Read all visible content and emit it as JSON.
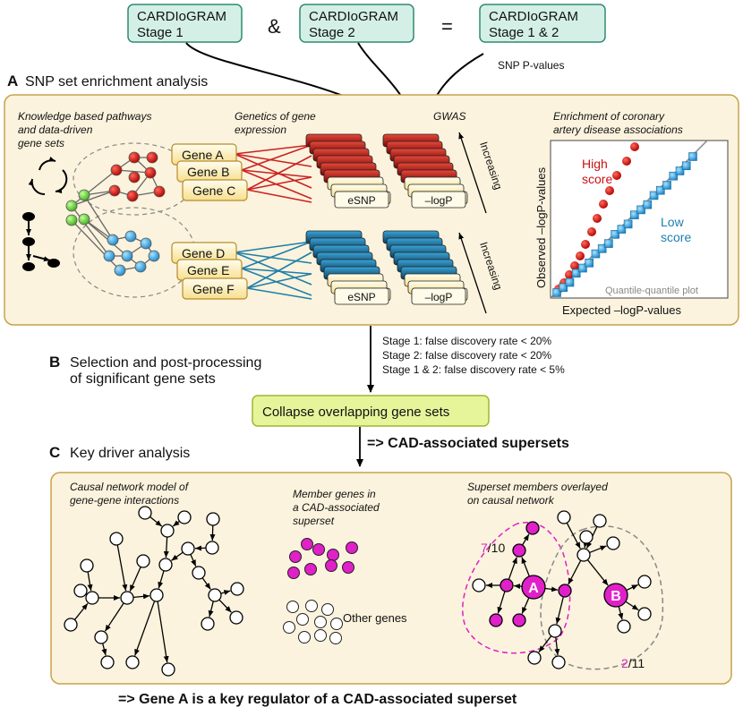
{
  "top": {
    "stage1": [
      "CARDIoGRAM",
      "Stage 1"
    ],
    "amp": "&",
    "stage2": [
      "CARDIoGRAM",
      "Stage 2"
    ],
    "eq": "=",
    "stage12": [
      "CARDIoGRAM",
      "Stage 1 & 2"
    ],
    "snp_pvalues": "SNP P-values"
  },
  "sectionA": {
    "letter": "A",
    "title": "SNP set enrichment analysis",
    "pathways_label": [
      "Knowledge based pathways",
      "and data-driven",
      "gene sets"
    ],
    "genetics_label": [
      "Genetics of gene",
      "expression"
    ],
    "gwas_label": "GWAS",
    "enrichment_label": [
      "Enrichment of coronary",
      "artery disease associations"
    ],
    "genes_top": [
      "Gene A",
      "Gene B",
      "Gene C"
    ],
    "genes_bottom": [
      "Gene D",
      "Gene E",
      "Gene F"
    ],
    "esnp": "eSNP",
    "logp": "–logP",
    "increasing": "Increasing",
    "qq": {
      "ylabel": "Observed –logP-values",
      "xlabel": "Expected –logP-values",
      "caption": "Quantile-quantile plot",
      "high_label": [
        "High",
        "score"
      ],
      "low_label": [
        "Low",
        "score"
      ]
    }
  },
  "fdr": [
    "Stage 1: false discovery rate < 20%",
    "Stage 2: false discovery rate < 20%",
    "Stage 1 & 2: false discovery rate < 5%"
  ],
  "sectionB": {
    "letter": "B",
    "title": [
      "Selection and post-processing",
      "of significant gene sets"
    ],
    "collapse": "Collapse overlapping gene sets",
    "superset": "=> CAD-associated supersets"
  },
  "sectionC": {
    "letter": "C",
    "title": "Key driver analysis",
    "causal_label": [
      "Causal network model of",
      "gene-gene interactions"
    ],
    "member_label": [
      "Member genes in",
      "a CAD-associated",
      "superset"
    ],
    "other_genes": "Other genes",
    "overlay_label": [
      "Superset members overlayed",
      "on causal network"
    ],
    "node_a": "A",
    "node_b": "B",
    "frac_a_num": "7",
    "frac_a_den": "/10",
    "frac_b_num": "2",
    "frac_b_den": "/11"
  },
  "conclusion": "=> Gene A is a key regulator of a CAD-associated superset",
  "colors": {
    "teal_box": "#d4f0e6",
    "panel": "#fbf3dd",
    "panel_border": "#c8a24a",
    "red": "#cc1111",
    "blue": "#2f9bd6",
    "green": "#6ad43a",
    "magenta": "#e020c8",
    "yellow_green": "#e6f59a"
  }
}
